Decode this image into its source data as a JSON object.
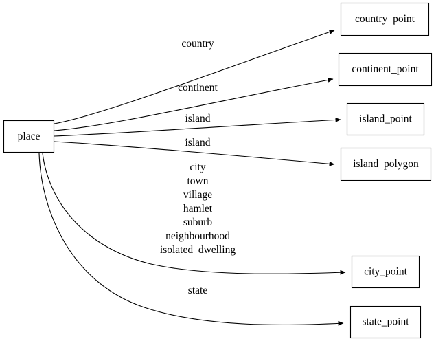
{
  "diagram": {
    "type": "directed-graph",
    "title": "",
    "background_color": "#ffffff",
    "stroke_color": "#000000",
    "node_fill": "#ffffff",
    "source_node": {
      "id": "place",
      "label": "place"
    },
    "target_nodes": [
      {
        "id": "country_point",
        "label": "country_point"
      },
      {
        "id": "continent_point",
        "label": "continent_point"
      },
      {
        "id": "island_point",
        "label": "island_point"
      },
      {
        "id": "island_polygon",
        "label": "island_polygon"
      },
      {
        "id": "city_point",
        "label": "city_point"
      },
      {
        "id": "state_point",
        "label": "state_point"
      }
    ],
    "edges": [
      {
        "from": "place",
        "to": "country_point",
        "label": "country"
      },
      {
        "from": "place",
        "to": "continent_point",
        "label": "continent"
      },
      {
        "from": "place",
        "to": "island_point",
        "label": "island"
      },
      {
        "from": "place",
        "to": "island_polygon",
        "label": "island"
      },
      {
        "from": "place",
        "to": "city_point",
        "label": "city\ntown\nvillage\nhamlet\nsuburb\nneighbourhood\nisolated_dwelling",
        "label_lines": [
          "city",
          "town",
          "village",
          "hamlet",
          "suburb",
          "neighbourhood",
          "isolated_dwelling"
        ]
      },
      {
        "from": "place",
        "to": "state_point",
        "label": "state"
      }
    ]
  }
}
